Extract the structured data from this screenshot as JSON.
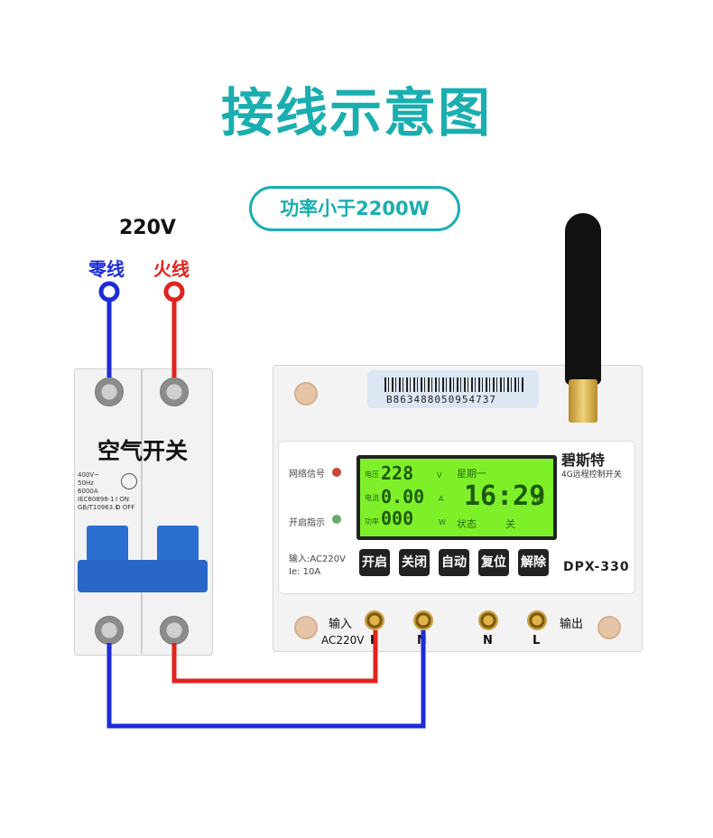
{
  "title": "接线示意图",
  "condition_pill": "功率小于2200W",
  "source": {
    "voltage": "220V",
    "neutral_label": "零线",
    "live_label": "火线"
  },
  "breaker": {
    "label": "空气开关",
    "spec_lines": [
      "400V~",
      "50Hz",
      "6000A",
      "IEC60898-1",
      "GB/T10963.1"
    ],
    "on_off": [
      "I ON",
      "O OFF"
    ]
  },
  "device": {
    "barcode": "B863488050954737",
    "brand": "碧斯特",
    "subtitle": "4G远程控制开关",
    "model": "DPX-330",
    "network_indicator": "网络信号",
    "power_indicator": "开启指示",
    "input_spec": "输入:AC220V",
    "current_spec": "Ie: 10A",
    "lcd": {
      "voltage_label": "电压",
      "voltage_value": "228",
      "voltage_unit": "V",
      "current_label": "电流",
      "current_value": "0.00",
      "current_unit": "A",
      "power_label": "功率",
      "power_value": "000",
      "power_unit": "W",
      "weekday": "星期一",
      "time": "16:29",
      "seconds": "05",
      "status_label": "状态",
      "status_value": "关"
    },
    "buttons": [
      "开启",
      "关闭",
      "自动",
      "复位",
      "解除"
    ]
  },
  "terminals": {
    "input_label": "输入",
    "input_spec": "AC220V",
    "output_label": "输出",
    "letters": [
      "L",
      "N",
      "N",
      "L"
    ]
  },
  "colors": {
    "accent": "#1aaeb0",
    "neutral_wire": "#1d2bd8",
    "live_wire": "#e0231f"
  }
}
